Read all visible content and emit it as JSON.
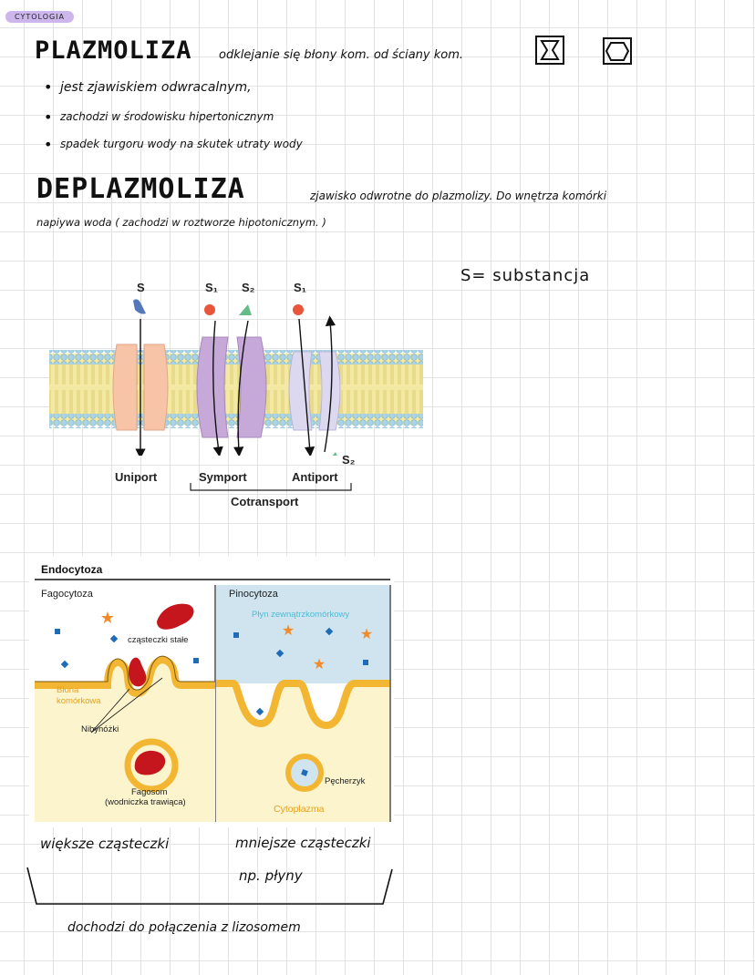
{
  "tag": "CYTOLOGIA",
  "plazmoliza": {
    "title": "PLAZMOLIZA",
    "definition": "odklejanie się błony kom. od ściany kom.",
    "bullets": [
      "jest zjawiskiem odwracalnym,",
      "zachodzi w środowisku hipertonicznym",
      "spadek turgoru wody na skutek utraty wody"
    ]
  },
  "deplazmoliza": {
    "title": "DEPLAZMOLIZA",
    "definition_line1": "zjawisko odwrotne do plazmolizy. Do wnętrza komórki",
    "definition_line2": "napiywa woda ( zachodzi w roztworze hipotonicznym. )"
  },
  "note_substance": "S= substancja",
  "transport_figure": {
    "labels": {
      "s": "S",
      "s1": "S₁",
      "s2": "S₂",
      "uniport": "Uniport",
      "symport": "Symport",
      "antiport": "Antiport",
      "cotransport": "Cotransport"
    },
    "colors": {
      "uniport_protein": "#f7c4a8",
      "symport_protein": "#c6a9d8",
      "antiport_protein": "#dcd8f0",
      "lipid_head": "#a8d4e8",
      "lipid_tail": "#f3e9a2",
      "s_blue": "#5577bb",
      "s1_red": "#e8553a",
      "s2_green": "#66bb88"
    }
  },
  "endocytosis": {
    "title": "Endocytoza",
    "fagocytoza": "Fagocytoza",
    "pinocytoza": "Pinocytoza",
    "solid_particles": "cząsteczki stałe",
    "membrane_line1": "Błona",
    "membrane_line2": "komórkowa",
    "pseudopods": "Nibynóżki",
    "phagosome_line1": "Fagosom",
    "phagosome_line2": "(wodniczka trawiąca)",
    "extracellular_fluid": "Płyn zewnątrzkomórkowy",
    "vesicle": "Pęcherzyk",
    "cytoplasm": "Cytoplazma",
    "colors": {
      "membrane": "#f2b632",
      "cytoplasm_bg": "#fbf4cc",
      "fluid_bg": "#cfe4ef",
      "bacteria": "#c4161c",
      "star": "#f08a2a",
      "dot": "#1e6bb8"
    }
  },
  "handnotes": {
    "bigger": "większe cząsteczki",
    "smaller_line1": "mniejsze cząsteczki",
    "smaller_line2": "np. płyny",
    "lysosome": "dochodzi do połączenia z lizosomem"
  }
}
